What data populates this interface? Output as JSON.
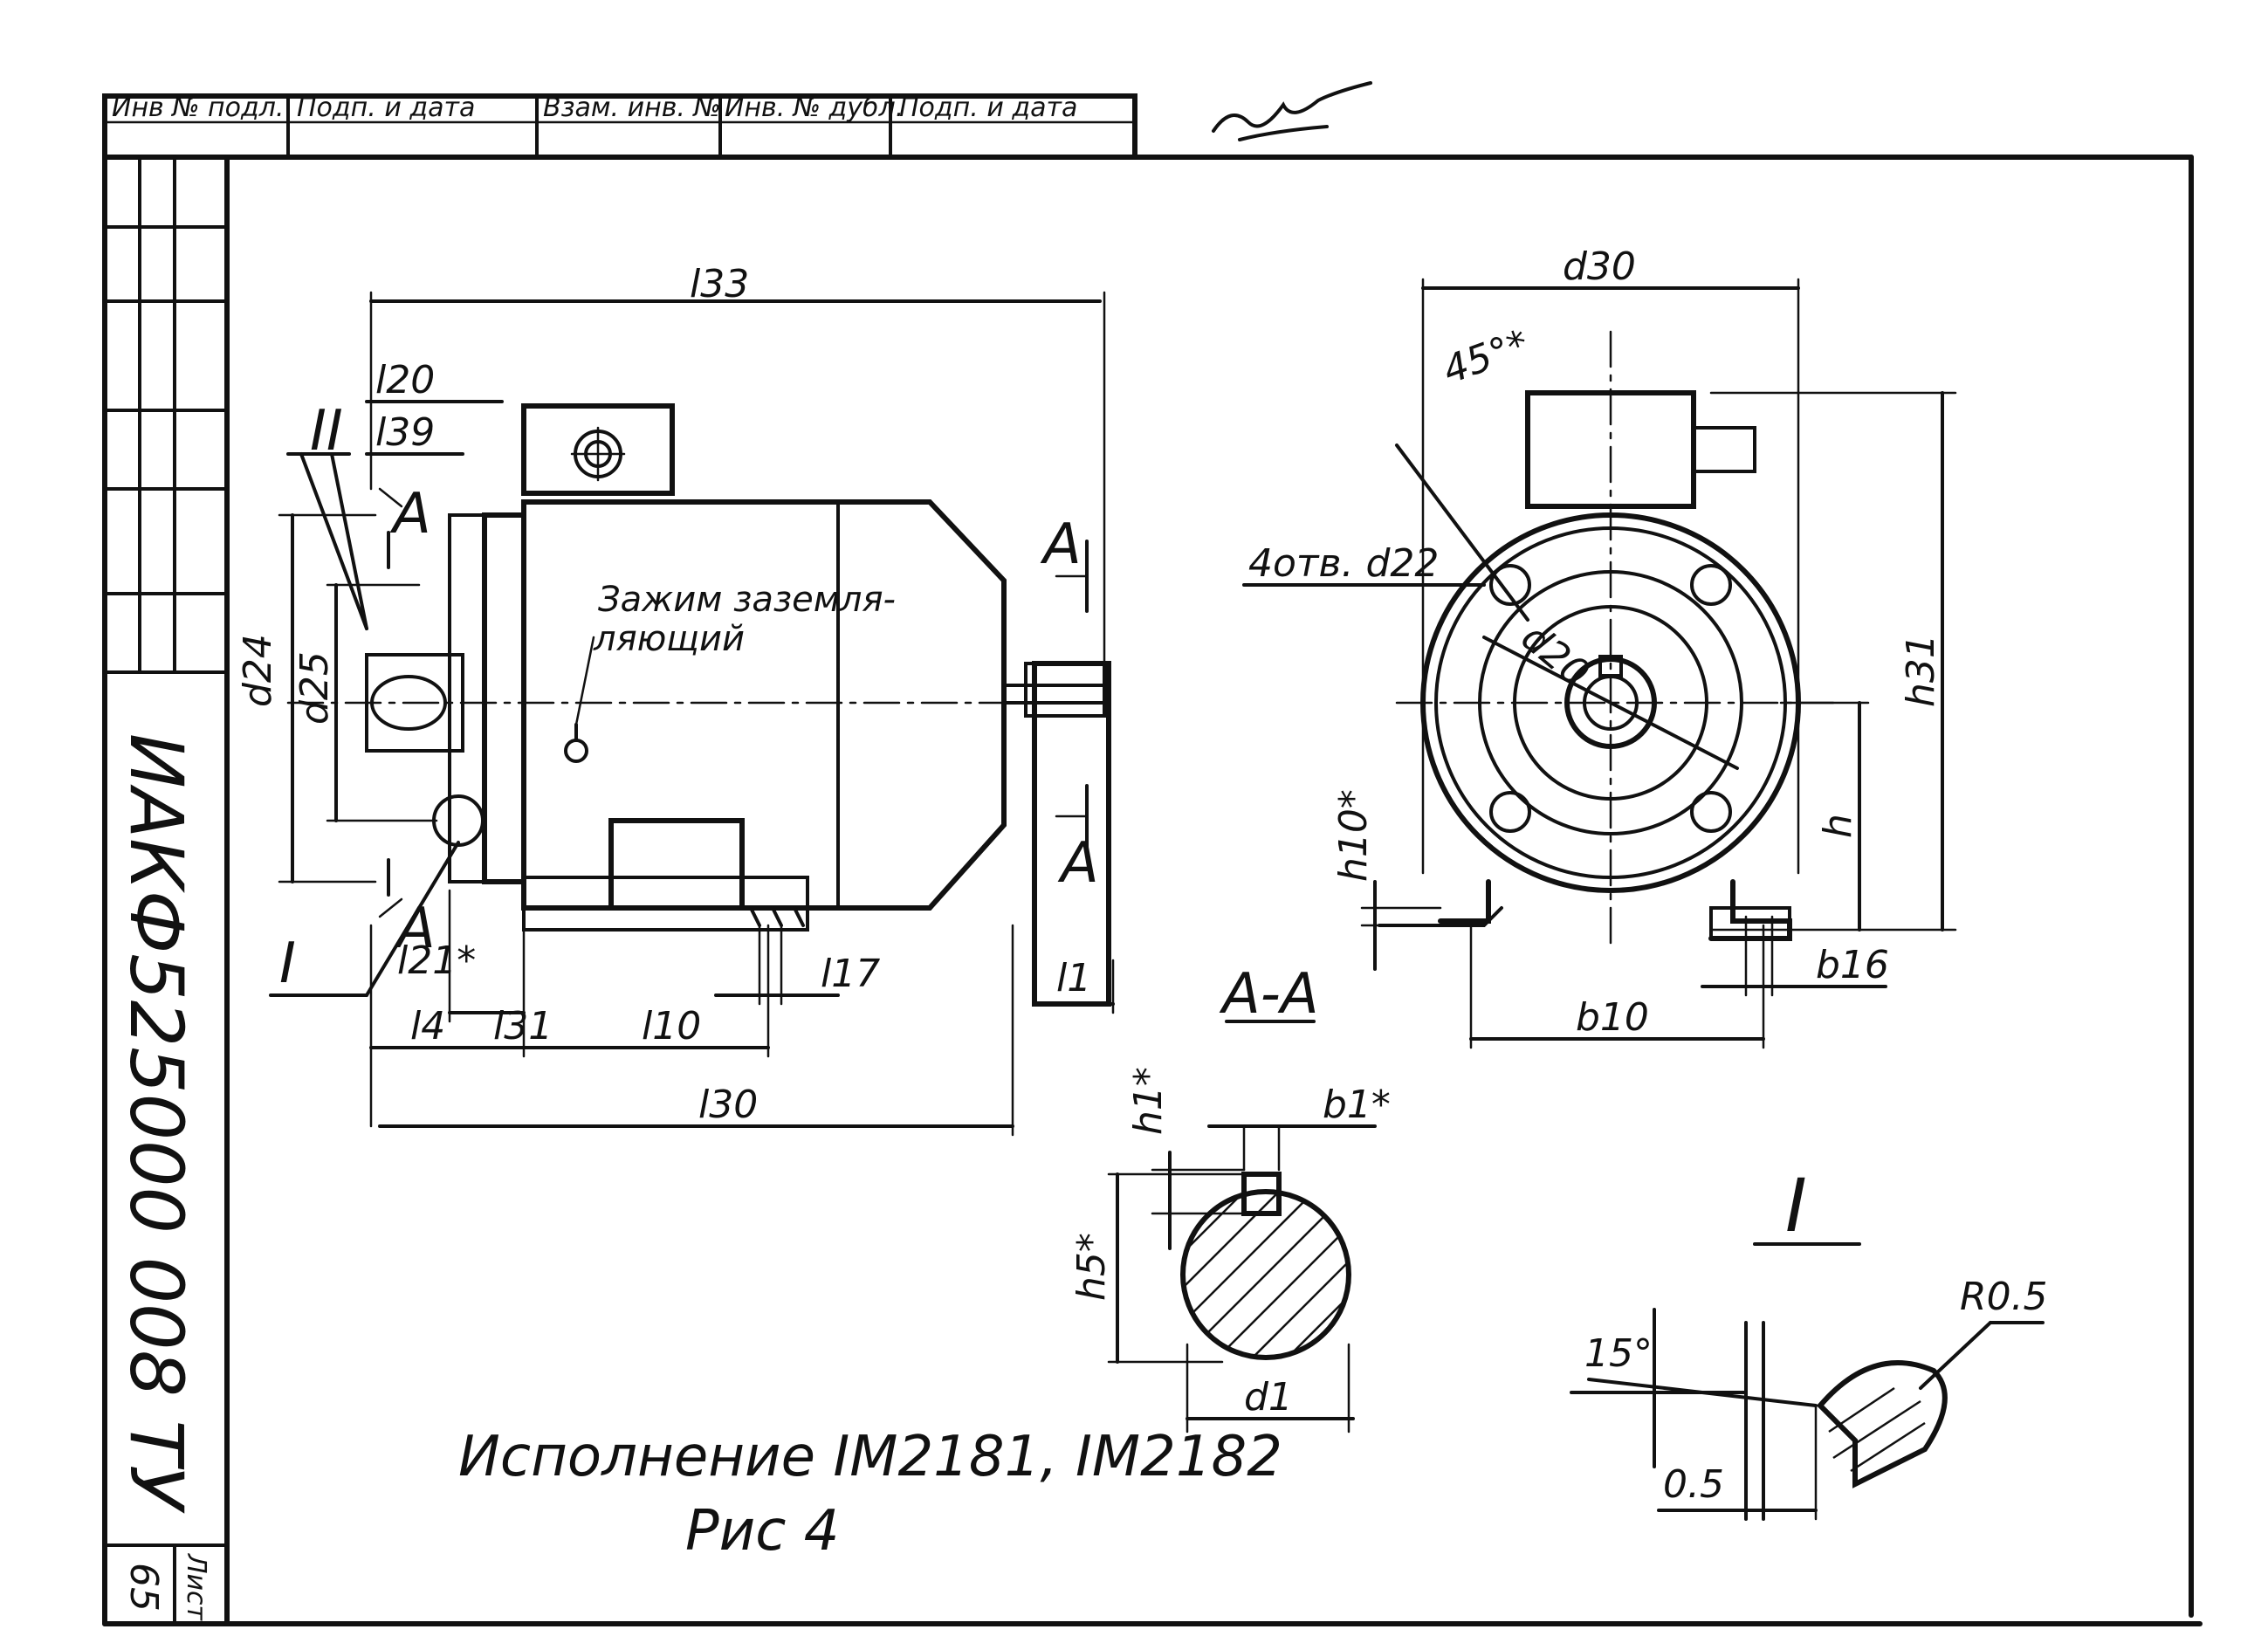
{
  "title_block": {
    "inv_podl": "Инв № подл.",
    "podp_data": "Подп. и дата",
    "vzam_inv": "Взам. инв. №",
    "inv_dubl": "Инв. № дубл.",
    "podp_data2": "Подп. и дата"
  },
  "document_code": "ИАКФ525000 008 ТУ",
  "sheet_label": "Лист",
  "sheet_number": "65",
  "side_view": {
    "l33": "l33",
    "l20": "l20",
    "l39": "l39",
    "d24": "d24",
    "d25": "d25",
    "l21": "l21*",
    "l4": "l4",
    "l31": "l31",
    "l10": "l10",
    "l17": "l17",
    "l30": "l30",
    "l1": "l1",
    "mark_II": "II",
    "mark_I": "I",
    "section_A": "A",
    "grounding_line1": "Зажим заземля-",
    "grounding_line2": "ляющий"
  },
  "front_view": {
    "d30": "d30",
    "angle": "45°*",
    "holes": "4отв. d22",
    "d20": "d20",
    "h31": "h31",
    "h": "h",
    "h10": "h10*",
    "b10": "b10",
    "b16": "b16"
  },
  "section_view": {
    "title": "А-А",
    "h1": "h1*",
    "b1": "b1*",
    "h5": "h5*",
    "d1": "d1"
  },
  "detail_view": {
    "title": "I",
    "angle": "15°",
    "radius": "R0.5",
    "offset": "0.5"
  },
  "caption": {
    "line1": "Исполнение    IM2181, IM2182",
    "line2": "Рис 4"
  }
}
